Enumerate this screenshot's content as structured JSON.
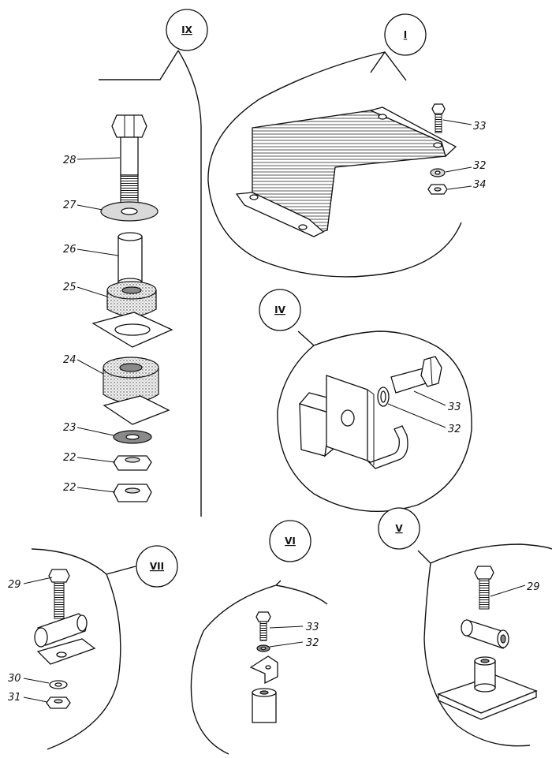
{
  "views": {
    "ix": "IX",
    "i": "I",
    "iv": "IV",
    "vii": "VII",
    "vi": "VI",
    "v": "V"
  },
  "labels": {
    "p28": "28",
    "p27": "27",
    "p26": "26",
    "p25": "25",
    "p24": "24",
    "p23": "23",
    "p22a": "22",
    "p22b": "22",
    "p33_i": "33",
    "p32_i": "32",
    "p34_i": "34",
    "p33_iv": "33",
    "p32_iv": "32",
    "p29_vii": "29",
    "p30_vii": "30",
    "p31_vii": "31",
    "p33_vi": "33",
    "p32_vi": "32",
    "p29_v": "29"
  }
}
